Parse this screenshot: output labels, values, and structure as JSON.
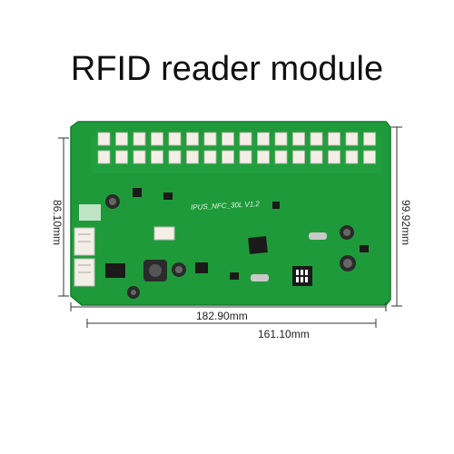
{
  "title": "RFID reader module",
  "board_label": "IPUS_NFC_30L V1.2",
  "dimensions": {
    "height_left": "86.10mm",
    "height_right": "99.92mm",
    "width_outer": "182.90mm",
    "width_inner": "161.10mm"
  },
  "colors": {
    "pcb": "#1f9a3a",
    "pcb_dark": "#157a2b",
    "connector": "#f3efe6",
    "chip": "#1a1a1a",
    "dimension_line": "#333333"
  }
}
